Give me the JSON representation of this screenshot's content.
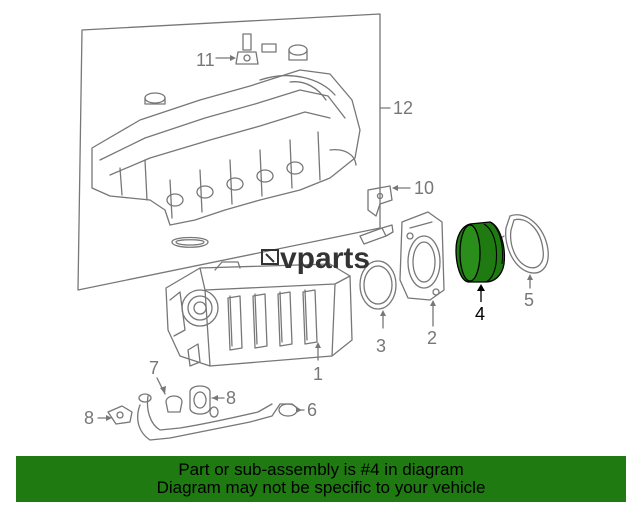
{
  "diagram": {
    "callouts": {
      "c1": "1",
      "c2": "2",
      "c3": "3",
      "c4": "4",
      "c5": "5",
      "c6": "6",
      "c7": "7",
      "c8a": "8",
      "c8b": "8",
      "c10": "10",
      "c11": "11",
      "c12": "12"
    },
    "highlight_part": "4",
    "watermark": "vparts",
    "colors": {
      "line": "#777777",
      "highlight": "#1e7a11",
      "banner": "#1e7a11"
    }
  },
  "banner": {
    "line1": "Part or sub-assembly is #4 in diagram",
    "line2": "Diagram may not be specific to your vehicle"
  }
}
